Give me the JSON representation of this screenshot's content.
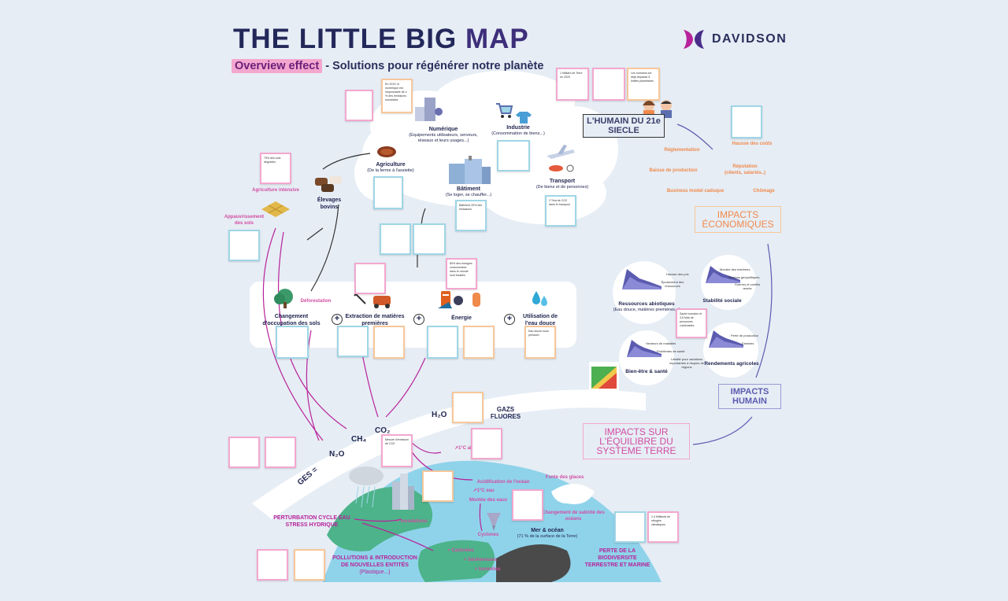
{
  "header": {
    "title_part1": "THE LITTLE BIG ",
    "title_part2": "MAP",
    "subtitle_tag": "Overview effect",
    "subtitle_rest": " - Solutions pour régénérer notre planète",
    "brand": "DAVIDSON"
  },
  "sectors": {
    "numerique": {
      "name": "Numérique",
      "desc": "(Équipements utilisateurs, serveurs, réseaux et leurs usages...)"
    },
    "industrie": {
      "name": "Industrie",
      "desc": "(Consommation de biens...)"
    },
    "agriculture": {
      "name": "Agriculture",
      "desc": "(De la ferme à l'assiette)"
    },
    "batiment": {
      "name": "Bâtiment",
      "desc": "(Se loger, se chauffer...)"
    },
    "transport": {
      "name": "Transport",
      "desc": "(De biens et de personnes)"
    }
  },
  "elevage": {
    "name": "Élevages bovins"
  },
  "left_labels": {
    "agri_intensive": "Agriculture intensive",
    "appauvrissement": "Appauvrissement des sols"
  },
  "pressures": {
    "deforestation": "Déforestation",
    "occupation": "Changement d'occupation des sols",
    "extraction": "Extraction de matières premières",
    "energie": "Énergie",
    "eau": "Utilisation de l'eau douce"
  },
  "gases": {
    "h2o": "H₂O",
    "gaz_fluores": "GAZS FLUORES",
    "co2": "CO₂",
    "ch4": "CH₄",
    "n2o": "N₂O",
    "ges": "GES ="
  },
  "earth": {
    "air_temp": "↗1°C air",
    "acidification": "Acidification de l'océan",
    "eau_temp": "↗1°C eau",
    "montee": "Montée des eaux",
    "fonte": "Fonte des glaces",
    "cyclones": "Cyclones",
    "salinite": "Changement de salinité des océans",
    "mer_title": "Mer & océan",
    "mer_desc": "(71 % de la surface de la Terre)",
    "inondations": "+ Inondations",
    "canicules": "+ Canicules",
    "secheresses": "+ Sécheresses",
    "incendies": "+ Incendies",
    "perturbation": "PERTURBATION CYCLE EAU STRESS HYDRIQUE",
    "pollutions": "POLLUTIONS & INTRODUCTION DE NOUVELLES ENTITÉS",
    "plastique": "(Plastique...)",
    "biodiversite": "PERTE DE LA BIODIVERSITE TERRESTRE ET MARINE"
  },
  "humain": {
    "title": "L'HUMAIN DU 21e SIECLE"
  },
  "eco": {
    "reglementation": "Réglementation",
    "hausse_couts": "Hausse des coûts",
    "baisse_production": "Baisse de production",
    "reputation": "Réputation",
    "reputation_sub": "(clients, salariés..)",
    "business_model": "Business model caduque",
    "chomage": "Chômage",
    "title": "IMPACTS ÉCONOMIQUES"
  },
  "social": {
    "ressources_title": "Ressources abiotiques",
    "ressources_sub": "(Eau douce, matières premières...)",
    "hausse_prix": "Hausse des prix",
    "epuisement": "Épuisement des ressources",
    "stabilite_title": "Stabilité sociale",
    "montee_extremes": "Montée des extrêmes",
    "tensions": "Tensions géopolitiques",
    "guerres": "Guerres et conflits armés",
    "bienetre_title": "Bien-être & santé",
    "vecteurs": "Vecteurs de maladies",
    "problemes": "Problèmes de santé",
    "letalite": "Létalité pour variations importantes à risques de régions",
    "rendements_title": "Rendements agricoles",
    "perte_production": "Perte de production",
    "famines": "Famines",
    "impacts_humain": "IMPACTS HUMAIN",
    "impacts_systeme": "IMPACTS SUR L'ÉQUILIBRE DU SYSTEME TERRE"
  },
  "colors": {
    "background": "#e6edf5",
    "navy": "#22285a",
    "pink": "#f3a7cf",
    "magenta": "#b8239b",
    "orange": "#f08a4b",
    "purple": "#5b5bb0",
    "ocean": "#8fd3ea",
    "land": "#4db38a"
  },
  "cards": {
    "n1": "En 2019, le numérique est responsable de 4 % des émissions mondiales",
    "i1": "1 Milliard de Terre en 2020",
    "b1": "Bâtiment 20% des émissions",
    "t1": "2 Tera de CO2 dans le transport",
    "e1": "80% des énergies consommées dans le monde sont fossiles",
    "h1": "Les humains ont déjà dépassé 6 limites planétaires",
    "sol": "75% des sols dégradés",
    "co": "Mesure d'émission de CO2",
    "eaudouce": "Eau douce sous pression",
    "sante": "Santé humaine et 3,6 Mds de personnes vulnérables",
    "peuples": "2,4 Milliards de réfugiés climatiques"
  }
}
